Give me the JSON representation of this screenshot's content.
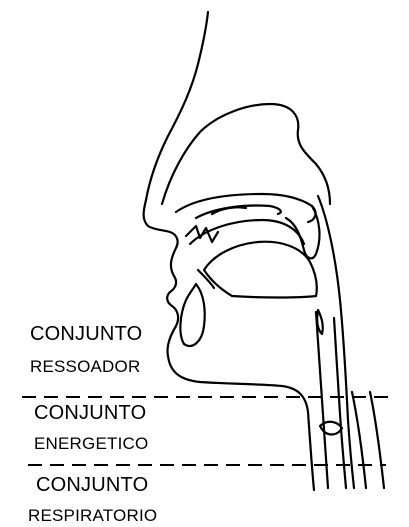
{
  "labels": {
    "resonator": {
      "line1": "CONJUNTO",
      "line2": "RESSOADOR"
    },
    "energetic": {
      "line1": "CONJUNTO",
      "line2": "ENERGETICO"
    },
    "respiratory": {
      "line1": "CONJUNTO",
      "line2": "RESPIRATORIO"
    }
  },
  "colors": {
    "ink": "#000000",
    "background": "#ffffff"
  }
}
